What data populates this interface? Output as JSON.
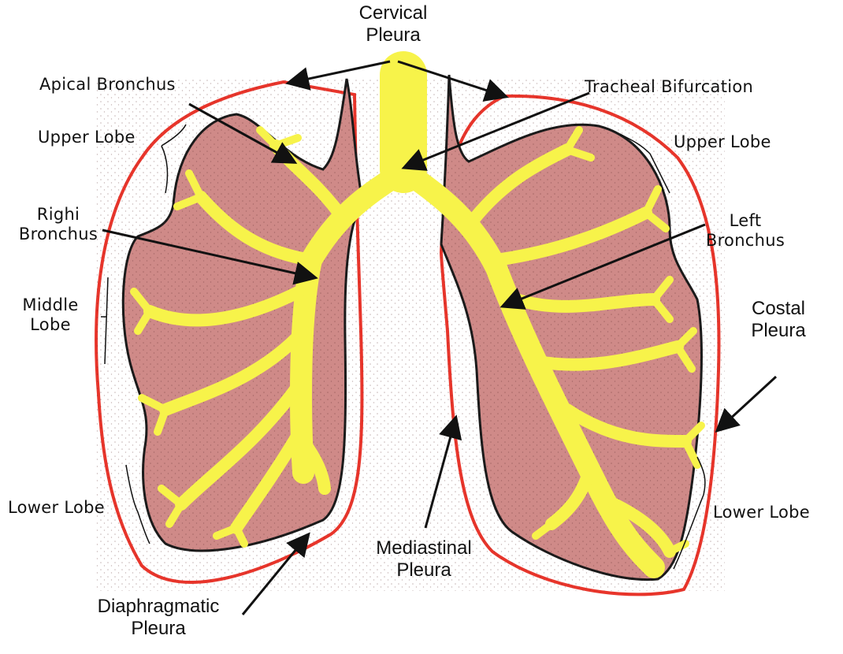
{
  "colors": {
    "pleura": "#e8352b",
    "lung": "#cf8a88",
    "lung_outline": "#1a1a1a",
    "airway": "#f7f34a",
    "arrow": "#111111"
  },
  "labels": {
    "cervical_pleura": "Cervical\nPleura",
    "apical_bronchus": "Apical Bronchus",
    "tracheal_bifurcation": "Tracheal Bifurcation",
    "upper_lobe_right": "Upper Lobe",
    "upper_lobe_left": "Upper Lobe",
    "right_bronchus": "Righi\nBronchus",
    "left_bronchus": "Left\nBronchus",
    "middle_lobe": "Middle\nLobe",
    "costal_pleura": "Costal\nPleura",
    "lower_lobe_right": "Lower Lobe",
    "lower_lobe_left": "Lower Lobe",
    "mediastinal_pleura": "Mediastinal\nPleura",
    "diaphragmatic_pleura": "Diaphragmatic\nPleura"
  }
}
